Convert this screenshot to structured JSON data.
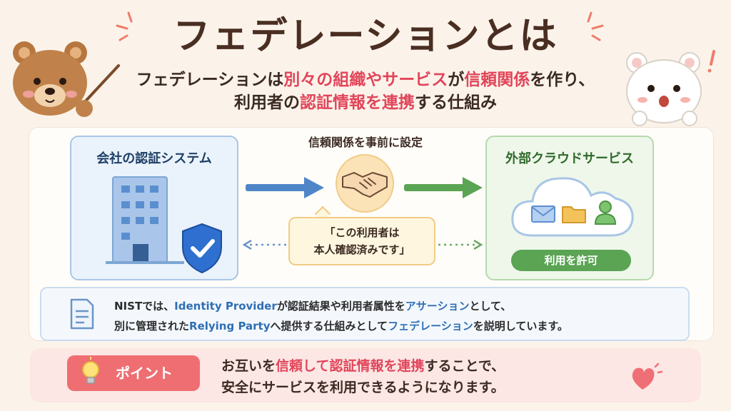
{
  "title": "フェデレーションとは",
  "subtitle": {
    "l1_a": "フェデレーションは",
    "l1_b": "別々の組織やサービス",
    "l1_c": "が",
    "l1_d": "信頼関係",
    "l1_e": "を作り、",
    "l2_a": "利用者の",
    "l2_b": "認証情報を連携",
    "l2_c": "する仕組み"
  },
  "left_box": {
    "title": "会社の認証システム"
  },
  "center": {
    "label": "信頼関係を事前に設定",
    "speech_l1": "「この利用者は",
    "speech_l2": "本人確認済みです」"
  },
  "right_box": {
    "title": "外部クラウドサービス",
    "permit": "利用を許可"
  },
  "nist": {
    "l1_a": "NISTでは、",
    "l1_b": "Identity Provider",
    "l1_c": "が認証結果や利用者属性を",
    "l1_d": "アサーション",
    "l1_e": "として、",
    "l2_a": "別に管理された",
    "l2_b": "Relying Party",
    "l2_c": "へ提供する仕組みとして",
    "l2_d": "フェデレーション",
    "l2_e": "を説明しています。"
  },
  "point": {
    "badge": "ポイント",
    "l1_a": "お互いを",
    "l1_b": "信頼して認証情報を連携",
    "l1_c": "することで、",
    "l2": "安全にサービスを利用できるようになります。"
  },
  "colors": {
    "accent_red": "#e2455a",
    "accent_blue": "#2e6fb4",
    "green": "#5aa453"
  },
  "icons": [
    "bear-pointer-icon",
    "white-bear-icon",
    "building-icon",
    "shield-check-icon",
    "handshake-icon",
    "cloud-icon",
    "mail-icon",
    "folder-icon",
    "user-icon",
    "document-icon",
    "lightbulb-icon",
    "heart-icon",
    "arrow-right-icon"
  ]
}
